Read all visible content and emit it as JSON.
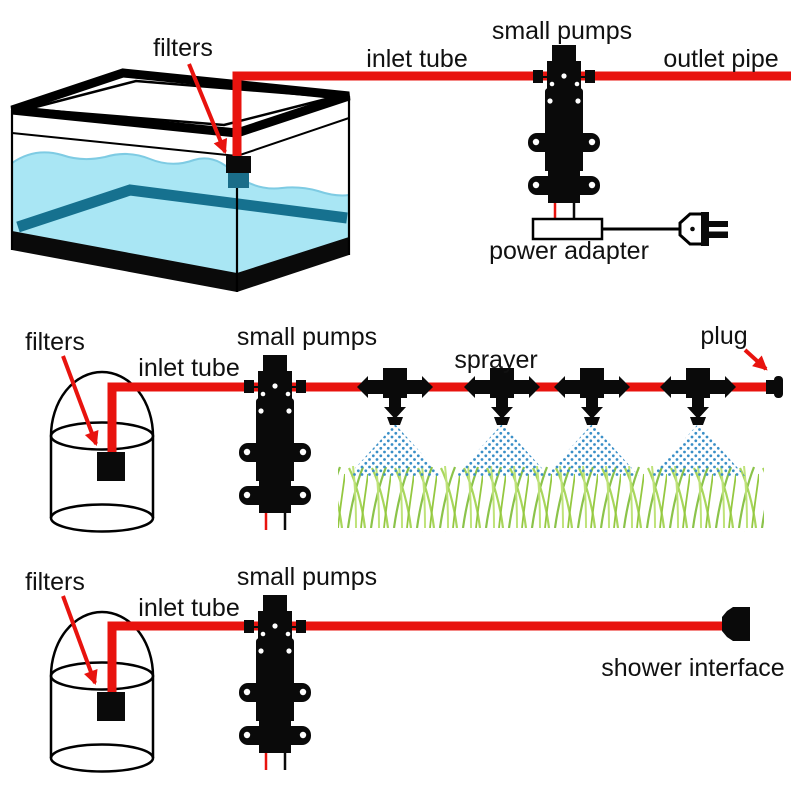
{
  "diagram": {
    "kind": "pump installation diagram",
    "colors": {
      "tube": "#e8130e",
      "water": "#a9e6f4",
      "water_wave": "#7ecbe3",
      "water_shadow": "#16718f",
      "mist": "#3a8fc7",
      "grass_dark": "#8bc34a",
      "grass_light": "#b4e06e",
      "device": "#0a0a0a",
      "text": "#111111"
    },
    "sections": [
      {
        "name": "aquarium circulation setup",
        "labels": {
          "filters": "filters",
          "inlet_tube": "inlet tube",
          "small_pumps": "small pumps",
          "outlet_pipe": "outlet pipe",
          "power_adapter": "power adapter"
        }
      },
      {
        "name": "misting sprayer setup",
        "sprayer_count": 4,
        "labels": {
          "filters": "filters",
          "inlet_tube": "inlet tube",
          "small_pumps": "small pumps",
          "sprayer": "sprayer",
          "plug": "plug"
        }
      },
      {
        "name": "shower setup",
        "labels": {
          "filters": "filters",
          "inlet_tube": "inlet tube",
          "small_pumps": "small pumps",
          "shower_interface": "shower interface"
        }
      }
    ]
  }
}
